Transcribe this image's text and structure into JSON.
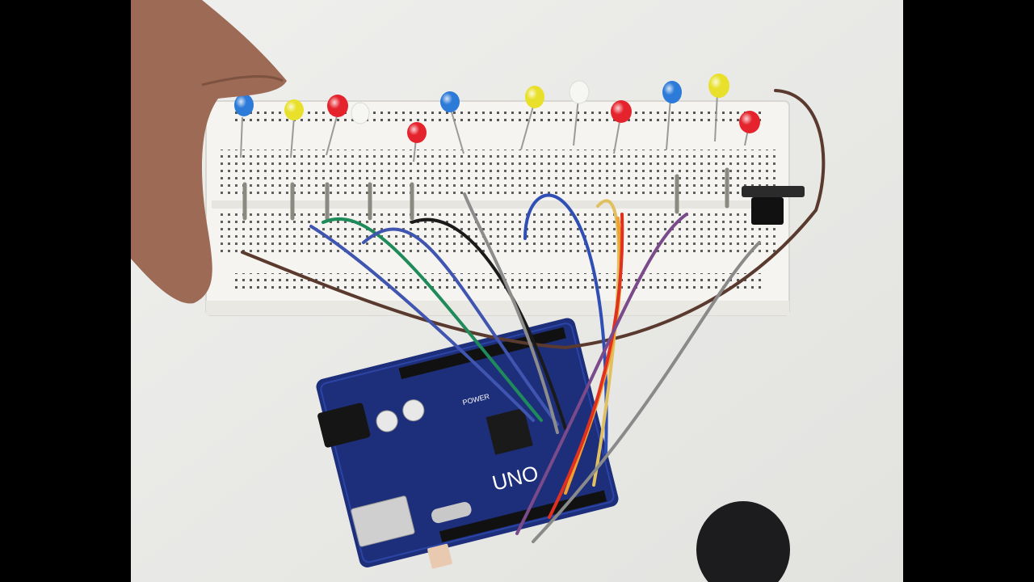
{
  "scene": {
    "subject": "breadboard-led-circuit-with-uno-board",
    "board_label": "UNO",
    "board_small_label": "POWER",
    "led_colors": [
      "blue",
      "yellow",
      "red",
      "white",
      "red",
      "blue",
      "yellow",
      "white",
      "red",
      "blue",
      "yellow",
      "red"
    ],
    "wire_colors": [
      "#5a3a2e",
      "#3f55b0",
      "#1f8a5a",
      "#3f55b0",
      "#1a1a1a",
      "#8c8c8c",
      "#2f4fb5",
      "#e0c060",
      "#f0a030",
      "#e03020",
      "#7a4a8a",
      "#8a8a8a"
    ],
    "colors": {
      "background": "#ececea",
      "breadboard": "#f4f3ef",
      "board_pcb": "#1d2f7a",
      "letterbox": "#000000"
    }
  }
}
